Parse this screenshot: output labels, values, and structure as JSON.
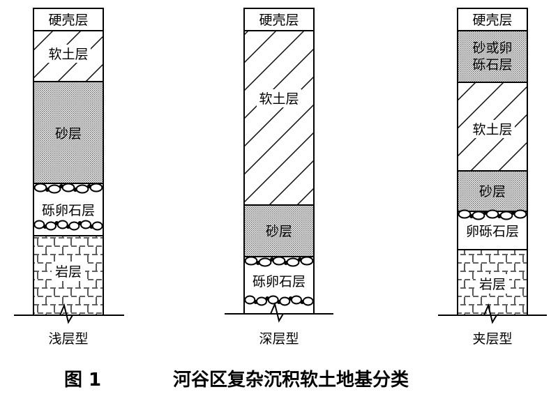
{
  "figure": {
    "caption_number": "图 1",
    "caption_title": "河谷区复杂沉积软土地基分类"
  },
  "columns": [
    {
      "type_label": "浅层型",
      "layers": [
        {
          "label": "硬壳层",
          "pattern": "blank"
        },
        {
          "label": "软土层",
          "pattern": "diagonal"
        },
        {
          "label": "砂层",
          "pattern": "dots"
        },
        {
          "label": "砾卵石层",
          "pattern": "gravel"
        },
        {
          "label": "岩层",
          "pattern": "brick"
        }
      ]
    },
    {
      "type_label": "深层型",
      "layers": [
        {
          "label": "硬壳层",
          "pattern": "blank"
        },
        {
          "label": "软土层",
          "pattern": "diagonal"
        },
        {
          "label": "砂层",
          "pattern": "dots"
        },
        {
          "label": "砾卵石层",
          "pattern": "gravel"
        }
      ]
    },
    {
      "type_label": "夹层型",
      "layers": [
        {
          "label": "硬壳层",
          "pattern": "blank"
        },
        {
          "label": [
            "砂或卵",
            "砾石层"
          ],
          "pattern": "dots"
        },
        {
          "label": "软土层",
          "pattern": "diagonal"
        },
        {
          "label": "砂层",
          "pattern": "dots"
        },
        {
          "label": "卵砾石层",
          "pattern": "gravel"
        },
        {
          "label": "岩层",
          "pattern": "brick"
        }
      ]
    }
  ]
}
